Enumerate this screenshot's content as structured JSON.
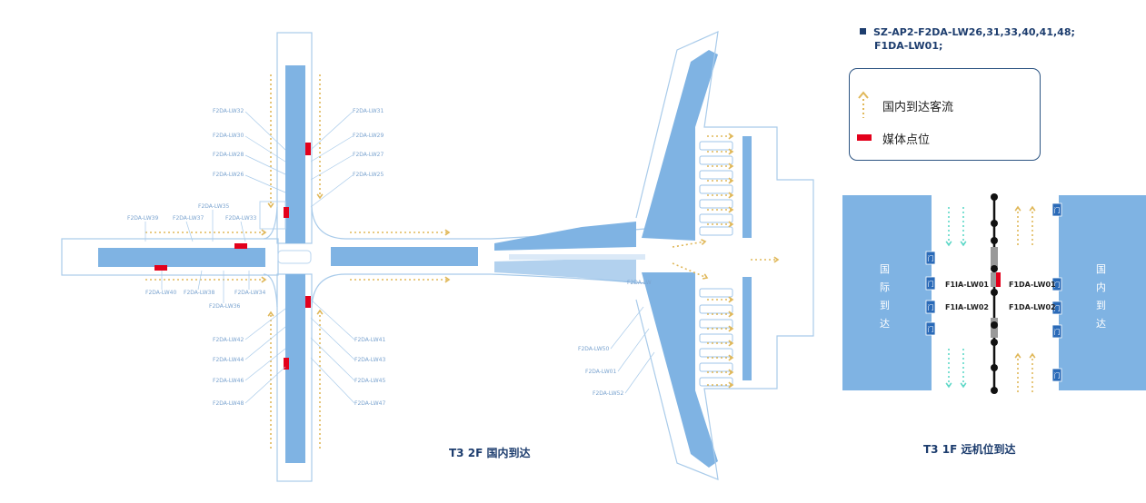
{
  "spec": {
    "line1": "SZ-AP2-F2DA-LW26,31,33,40,41,48;",
    "line2": "F1DA-LW01;"
  },
  "legend": {
    "flow_label": "国内到达客流",
    "media_label": "媒体点位"
  },
  "captions": {
    "floor2": "T3 2F 国内到达",
    "floor1": "T3 1F 远机位到达"
  },
  "labels": {
    "n_left": [
      "F2DA-LW32",
      "F2DA-LW30",
      "F2DA-LW28",
      "F2DA-LW26"
    ],
    "n_right": [
      "F2DA-LW31",
      "F2DA-LW29",
      "F2DA-LW27",
      "F2DA-LW25"
    ],
    "w_top": [
      "F2DA-LW39",
      "F2DA-LW37",
      "F2DA-LW35",
      "F2DA-LW33"
    ],
    "w_bottom": [
      "F2DA-LW40",
      "F2DA-LW38",
      "F2DA-LW36",
      "F2DA-LW34"
    ],
    "s_left": [
      "F2DA-LW42",
      "F2DA-LW44",
      "F2DA-LW46",
      "F2DA-LW48"
    ],
    "s_right": [
      "F2DA-LW41",
      "F2DA-LW43",
      "F2DA-LW45",
      "F2DA-LW47"
    ],
    "e_bottom": [
      "F2DA-LW50",
      "F2DA-LW01",
      "F2DA-LW52"
    ],
    "e_mid": "F2DA-LW"
  },
  "remote": {
    "left_zone": [
      "国",
      "际",
      "到",
      "达"
    ],
    "right_zone": [
      "国",
      "内",
      "到",
      "达"
    ],
    "gate_icon": "门",
    "left_gates": [
      "F1IA-LW01",
      "F1IA-LW02"
    ],
    "right_gates": [
      "F1DA-LW01",
      "F1DA-LW02"
    ]
  },
  "colors": {
    "building": "#7fb3e3",
    "outline": "#9fc4e8",
    "flow_arrow": "#e0b85a",
    "media": "#e3001b",
    "intl_flow": "#5fd8c8",
    "text_dark": "#1d3d6e"
  }
}
